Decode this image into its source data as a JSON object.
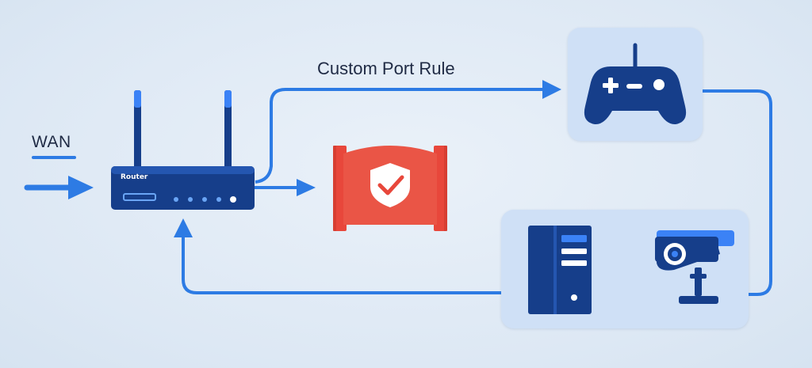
{
  "labels": {
    "wan": "WAN",
    "custom_port_rule": "Custom Port Rule",
    "router_brand": "Router"
  },
  "colors": {
    "background": "#dfe9f4",
    "connector_blue": "#2d7be4",
    "device_navy": "#163e8a",
    "device_accent": "#3b82f6",
    "panel_fill": "#cfe0f6",
    "firewall_red": "#e8473b",
    "shield_white": "#ffffff",
    "text_dark": "#1f2a44"
  },
  "icons": {
    "router": "router-icon",
    "firewall": "firewall-icon",
    "shield": "shield-check-icon",
    "game_console": "gamepad-icon",
    "server": "server-tower-icon",
    "camera": "security-camera-icon"
  }
}
